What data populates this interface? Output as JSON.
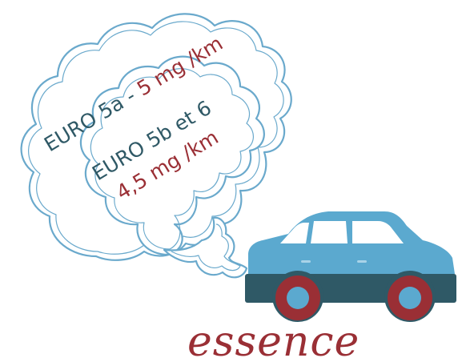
{
  "outer_cloud": {
    "line1_prefix": "EURO 5a - ",
    "line1_value": "5 mg /km"
  },
  "inner_cloud": {
    "line1": "EURO 5b et 6",
    "line2": "4,5 mg /km"
  },
  "fuel_label": "essence",
  "colors": {
    "cloud_stroke": "#6aa9cc",
    "car_body": "#5ba9cf",
    "car_base": "#2f5966",
    "wheel": "#9a2f35",
    "text_dark": "#2f5966",
    "text_red": "#9a2f35"
  },
  "icons": [
    "exhaust-cloud-icon",
    "car-icon"
  ]
}
